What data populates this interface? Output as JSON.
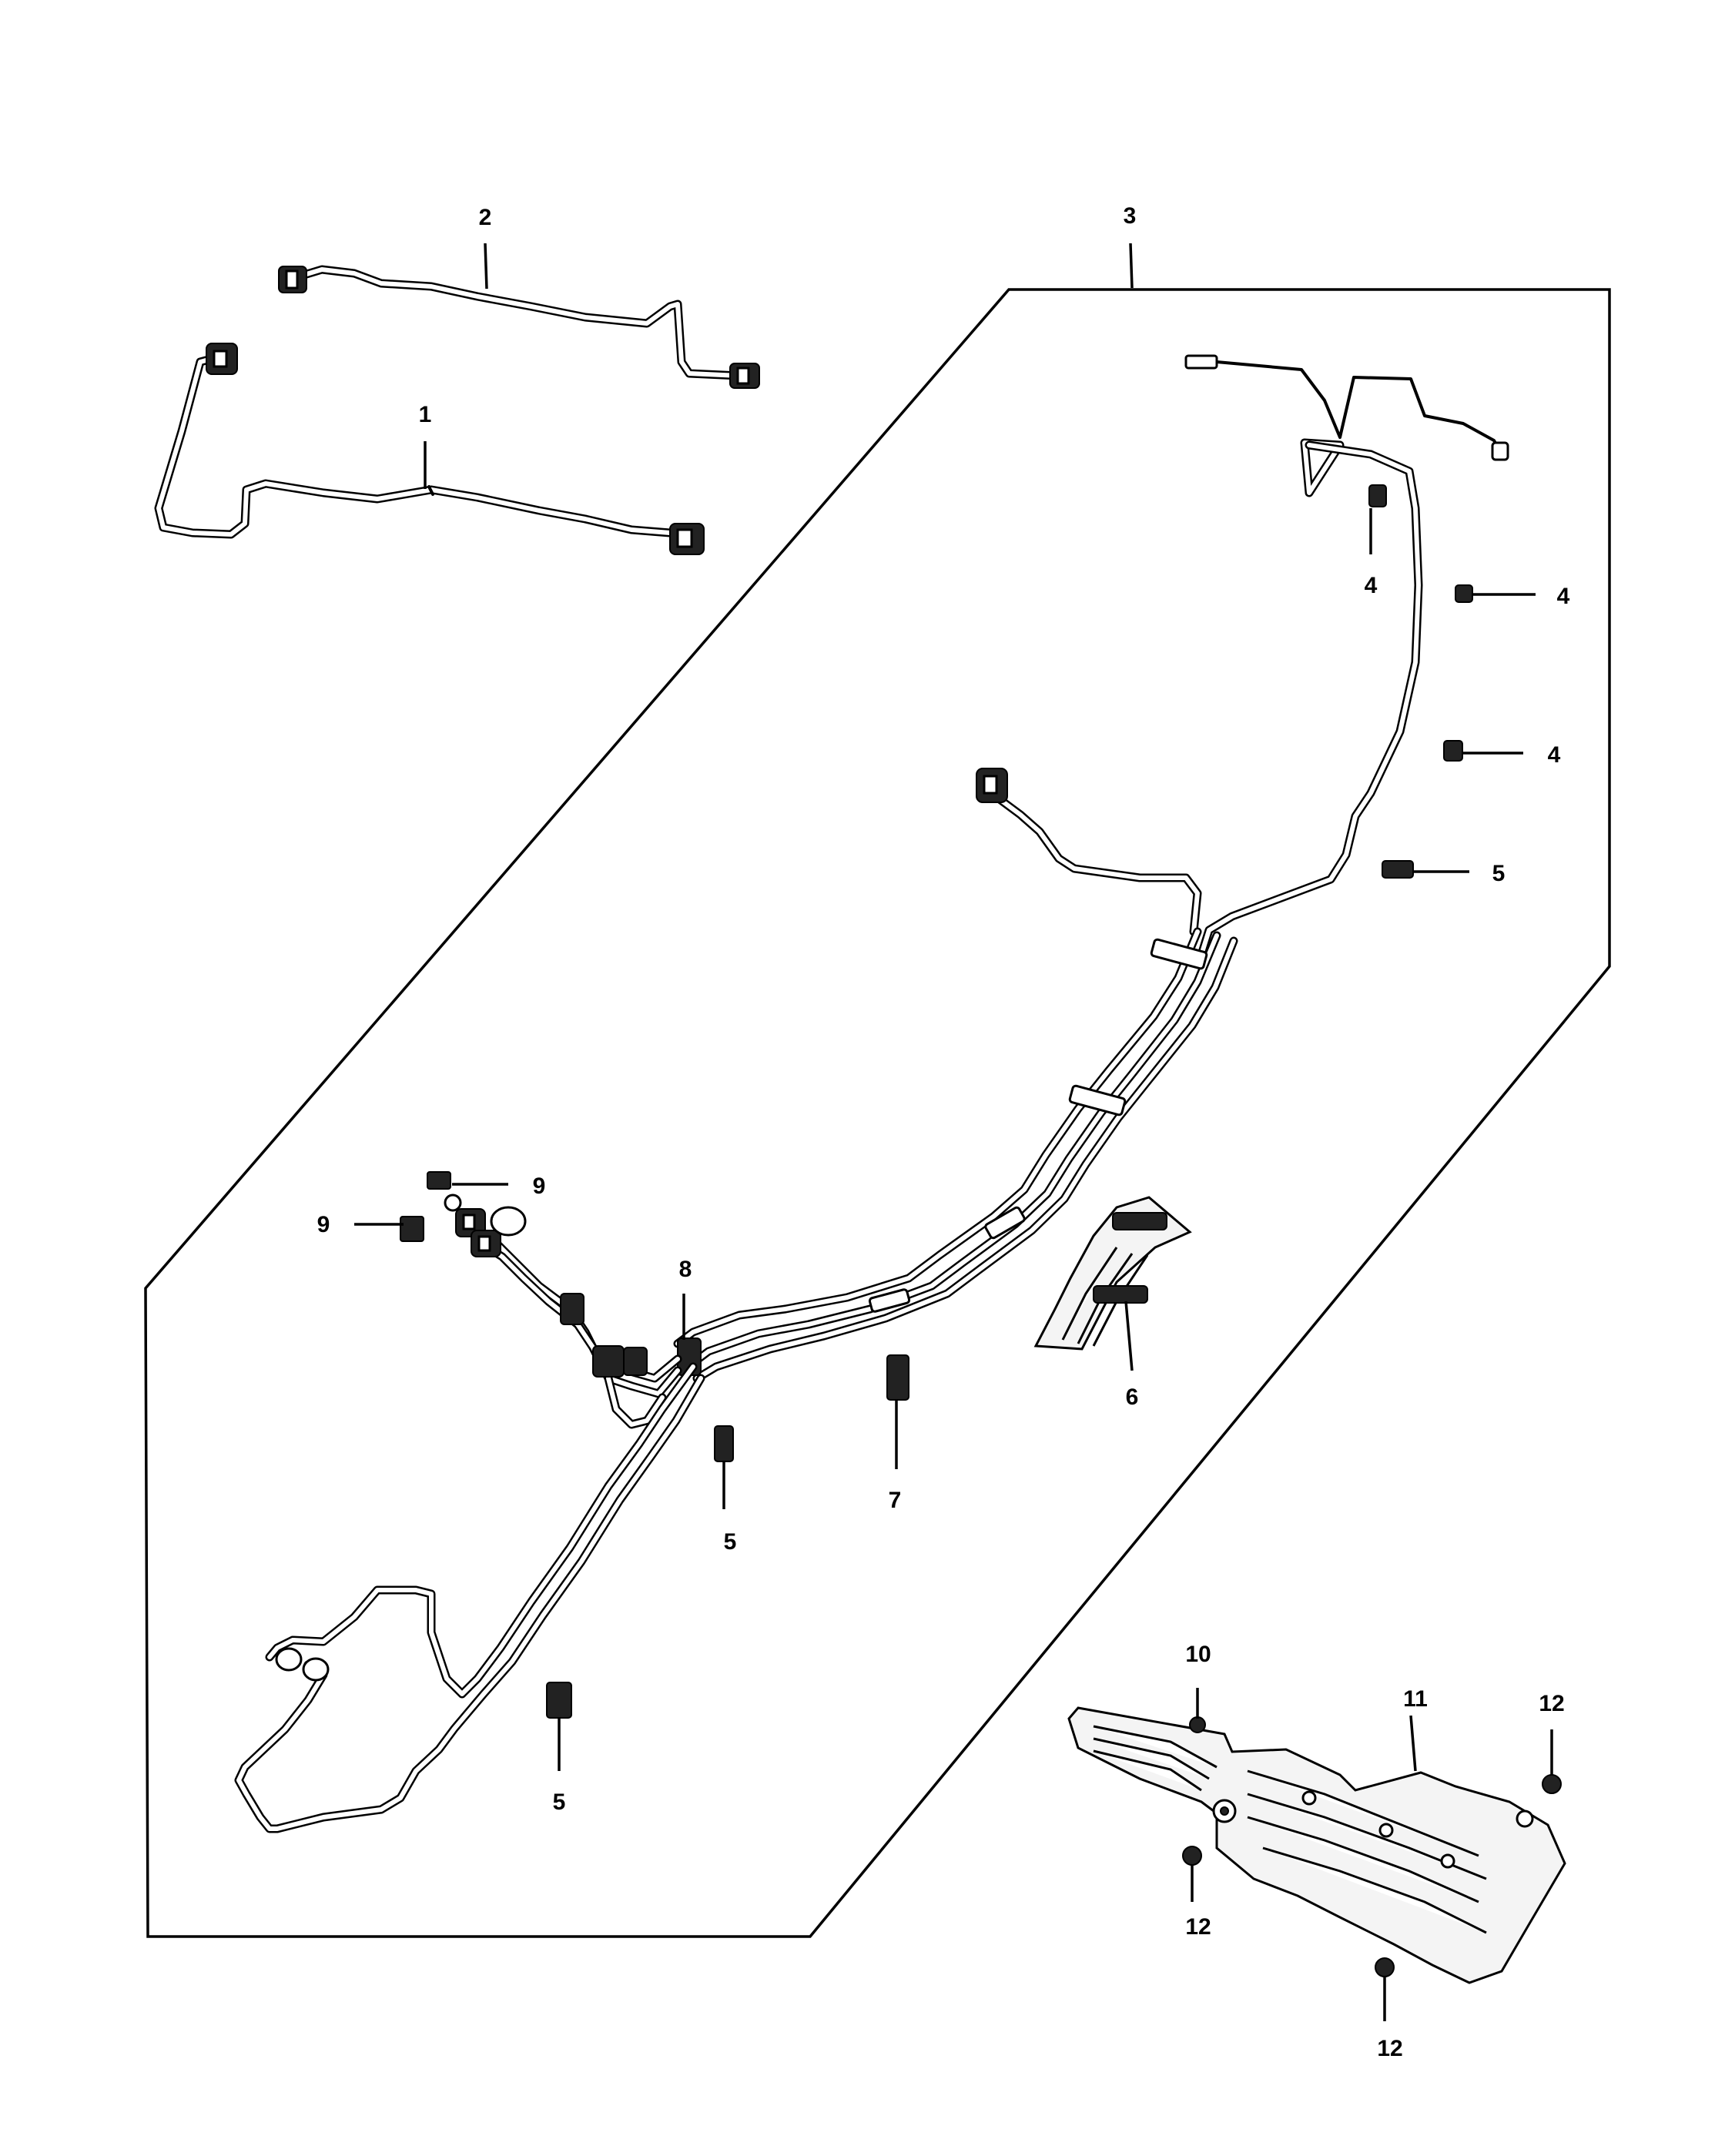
{
  "diagram": {
    "callouts": {
      "c1": "1",
      "c2": "2",
      "c3": "3",
      "c4a": "4",
      "c4b": "4",
      "c4c": "4",
      "c5a": "5",
      "c5b": "5",
      "c5c": "5",
      "c6": "6",
      "c7": "7",
      "c8": "8",
      "c9a": "9",
      "c9b": "9",
      "c10": "10",
      "c11": "11",
      "c12a": "12",
      "c12b": "12",
      "c12c": "12"
    }
  }
}
